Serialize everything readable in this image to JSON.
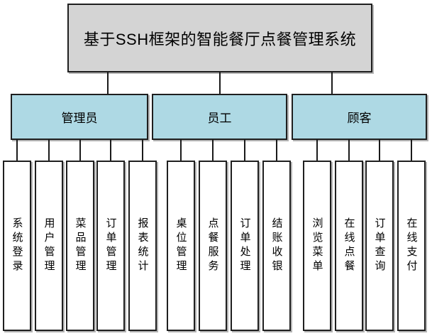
{
  "diagram": {
    "type": "hierarchy-org-chart",
    "title": "基于SSH框架的智能餐厅点餐管理系统",
    "groups": [
      {
        "label": "管理员",
        "children": [
          "系统登录",
          "用户管理",
          "菜品管理",
          "订单管理",
          "报表统计"
        ]
      },
      {
        "label": "员工",
        "children": [
          "桌位管理",
          "点餐服务",
          "订单处理",
          "结账收银"
        ]
      },
      {
        "label": "顾客",
        "children": [
          "浏览菜单",
          "在线点餐",
          "订单查询",
          "在线支付"
        ]
      }
    ],
    "colors": {
      "root_fill": "#d4d4d4",
      "group_fill": "#aed9e4",
      "leaf_fill": "#ffffff",
      "border": "#1f1f1f",
      "connector": "#1a1a1a",
      "shadow": "#b4b4b4",
      "background": "#ffffff"
    }
  }
}
